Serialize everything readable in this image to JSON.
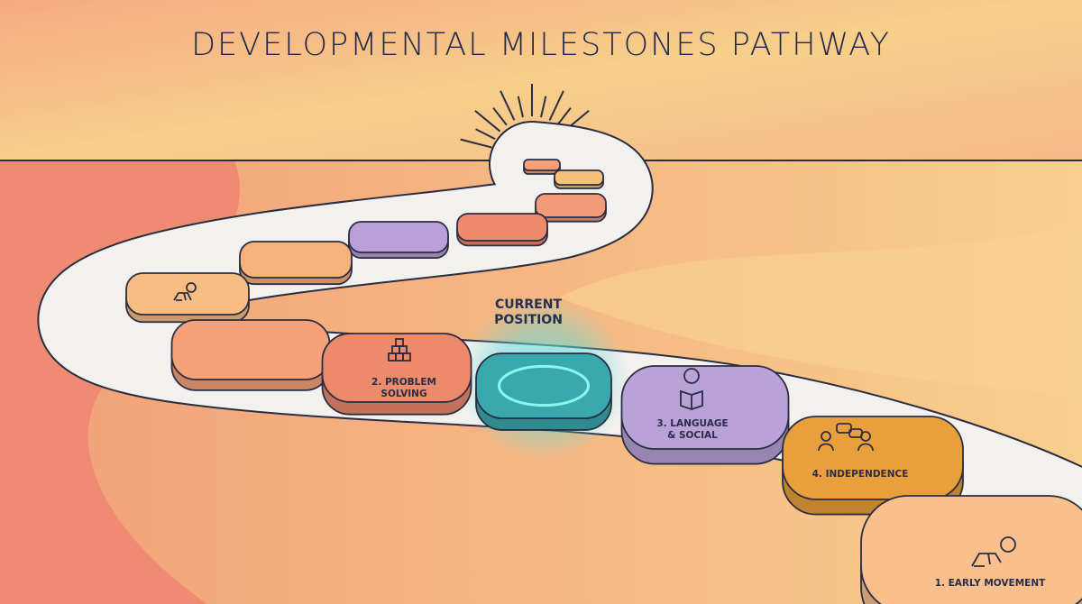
{
  "title": "DEVELOPMENTAL MILESTONES PATHWAY",
  "current_marker": {
    "line1": "CURRENT",
    "line2": "POSITION",
    "color": "#3fb8b8"
  },
  "milestones": [
    {
      "label": "1. EARLY MOVEMENT",
      "icon": "crawling-baby-icon",
      "color": "#f9c08e"
    },
    {
      "label_line1": "2. PROBLEM",
      "label_line2": "SOLVING",
      "icon": "stacked-blocks-icon",
      "color": "#ee8a6c"
    },
    {
      "label_line1": "3. LANGUAGE",
      "label_line2": "& SOCIAL",
      "icon": "child-reading-icon",
      "color": "#b8a2d8"
    },
    {
      "label": "4. INDEPENDENCE",
      "icon": "people-talking-icon",
      "color": "#e9a03c"
    }
  ],
  "colors": {
    "sky_top": "#f6a982",
    "sky_bottom": "#f7cf8a",
    "ground_left": "#ef8b72",
    "ground_right": "#f7c784",
    "path": "#f3f1ee",
    "outline": "#2b2d42",
    "sun": "#f28c6c"
  }
}
